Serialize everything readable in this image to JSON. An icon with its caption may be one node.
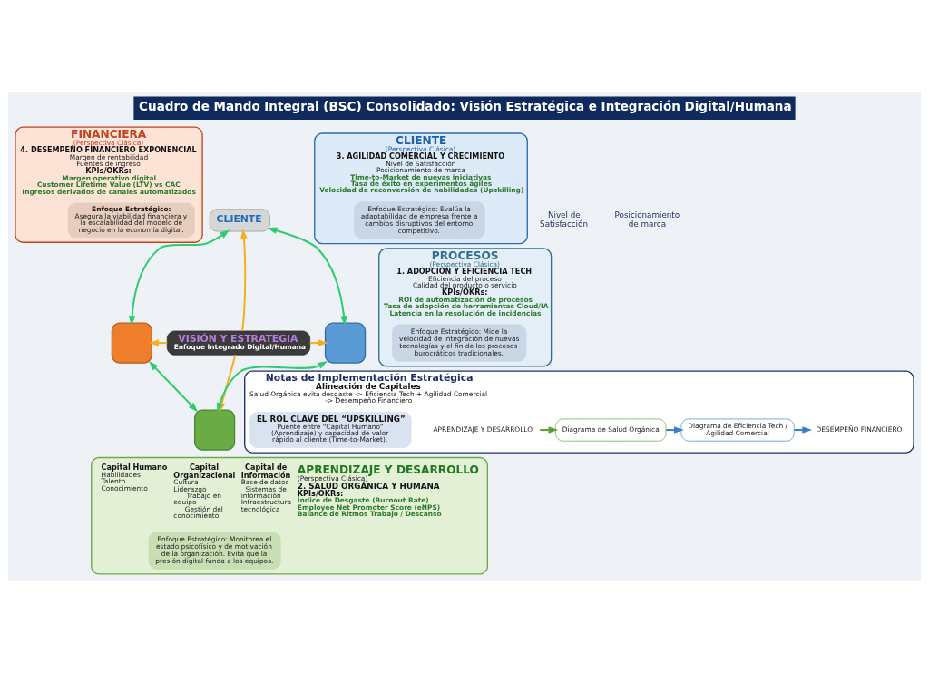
{
  "diagram": {
    "title": "Cuadro de Mando Integral (BSC) Consolidado: Visión Estratégica e Integración Digital/Humana",
    "nodes": [
      {
        "text": [
          "CLIENTE"
        ],
        "beside": [
          "Nivel de Satisfacción",
          "Posicionamiento de marca"
        ]
      },
      {
        "text": [
          "CLIENTE",
          "(Perspectiva Clásica)",
          "3. AGILIDAD COMERCIAL Y CRECIMIENTO",
          "Nivel de Satisfacción",
          "Posicionamiento de marca",
          "Time-to-Market de nuevas iniciativas",
          "Tasa de éxito en experimentos ágiles",
          "Velocidad de reconversión de habilidades (Upskilling)"
        ]
      },
      {
        "text": [
          "Enfoque Estratégico: Evalúa la adaptabilidad de empresa frente a cambios disruptivos del entorno competitivo."
        ],
        "in": 1
      },
      {
        "text": [
          "FINANCIERA",
          "(Perspectiva Clásica)",
          "4. DESEMPEÑO FINANCIERO EXPONENCIAL",
          "Margen de rentabilidad",
          "Fuentes de ingreso",
          "KPIs/OKRs:",
          "Margen operativo digital",
          "Customer Lifetime Value (LTV) vs CAC",
          "Ingresos derivados de canales automatizados"
        ]
      },
      {
        "text": [
          "Enfoque Estratégico:",
          "Asegura la viabilidad financiera y la escalabilidad del modelo de negocio en la economía digital."
        ],
        "in": 3
      },
      {
        "text": [],
        "shape": "box"
      },
      {
        "text": [
          "VISIÓN Y ESTRATEGIA",
          "Enfoque Integrado Digital/Humana"
        ]
      },
      {
        "text": [],
        "shape": "box"
      },
      {
        "text": [
          "PROCESOS",
          "(Perspectiva Clásica)",
          "1. ADOPCIÓN Y EFICIENCIA TECH",
          "Eficiencia del proceso",
          "Calidad del producto o servicio",
          "KPIs/OKRs:",
          "ROI de automatización de procesos",
          "Tasa de adopción de herramientas Cloud/IA",
          "Latencia en la resolución de incidencias"
        ]
      },
      {
        "text": [
          "Enfoque Estratégico: Mide la velocidad de integración de nuevas tecnologías y el fin de los procesos burocráticos tradicionales."
        ],
        "in": 8
      },
      {
        "text": [],
        "shape": "box"
      },
      {
        "text": [
          "Capital Humano",
          "Habilidades",
          "Talento",
          "Conocimiento",
          "Capital Organizacional",
          "Cultura",
          "Liderazgo",
          "Trabajo en equipo",
          "Gestión del conocimiento",
          "Capital de Información",
          "Base de datos",
          "Sistemas de información",
          "Infraestructura tecnológica",
          "APRENDIZAJE Y DESARROLLO",
          "(Perspectiva Clásica)",
          "2. SALUD ORGÁNICA Y HUMANA",
          "KPIs/OKRs:",
          "Índice de Desgaste (Burnout Rate)",
          "Employee Net Promoter Score (eNPS)",
          "Balance de Ritmos Trabajo / Descanso"
        ]
      },
      {
        "text": [
          "Enfoque Estratégico: Monitorea el estado psicofísico y de motivación de la organización. Evita que la presión digital funda a los equipos."
        ],
        "in": 11
      },
      {
        "text": [
          "Notas de Implementación Estratégica",
          "Alineación de Capitales",
          "Salud Orgánica evita desgaste -> Eficiencia Tech + Agilidad Comercial -> Desempeño Financiero"
        ]
      },
      {
        "text": [
          "APRENDIZAJE Y DESARROLLO"
        ],
        "in": 13
      },
      {
        "text": [
          "Diagrama de Salud Orgánica"
        ],
        "in": 13
      },
      {
        "text": [
          "Diagrama de Eficiencia Tech / Agilidad Comercial"
        ],
        "in": 13
      },
      {
        "text": [
          "DESEMPEÑO FINANCIERO"
        ],
        "in": 13
      },
      {
        "text": [
          "EL ROL CLAVE DEL “UPSKILLING”",
          "Puente entre “Capital Humano” (Aprendizaje) y capacidad de valor rápido al cliente (Time-to-Market)."
        ],
        "in": 13
      }
    ],
    "edges": [
      {
        "from": 6,
        "to": 0,
        "arrow": "to",
        "color": "#f5b021"
      },
      {
        "from": 6,
        "to": 5,
        "arrow": "to",
        "color": "#f5b021"
      },
      {
        "from": 6,
        "to": 7,
        "arrow": "to",
        "color": "#f5b021"
      },
      {
        "from": 6,
        "to": 10,
        "arrow": "to",
        "color": "#f5b021"
      },
      {
        "from": 0,
        "to": 5,
        "arrow": "both",
        "color": "#2ecc71"
      },
      {
        "from": 0,
        "to": 7,
        "arrow": "both",
        "color": "#2ecc71"
      },
      {
        "from": 5,
        "to": 10,
        "arrow": "both",
        "color": "#2ecc71"
      },
      {
        "from": 7,
        "to": 10,
        "arrow": "both",
        "color": "#2ecc71"
      },
      {
        "from": 14,
        "to": 15,
        "arrow": "to",
        "color": "#5a9e3a"
      },
      {
        "from": 15,
        "to": 16,
        "arrow": "to",
        "color": "#3a7fc1"
      },
      {
        "from": 16,
        "to": 17,
        "arrow": "to",
        "color": "#3a7fc1"
      }
    ]
  }
}
